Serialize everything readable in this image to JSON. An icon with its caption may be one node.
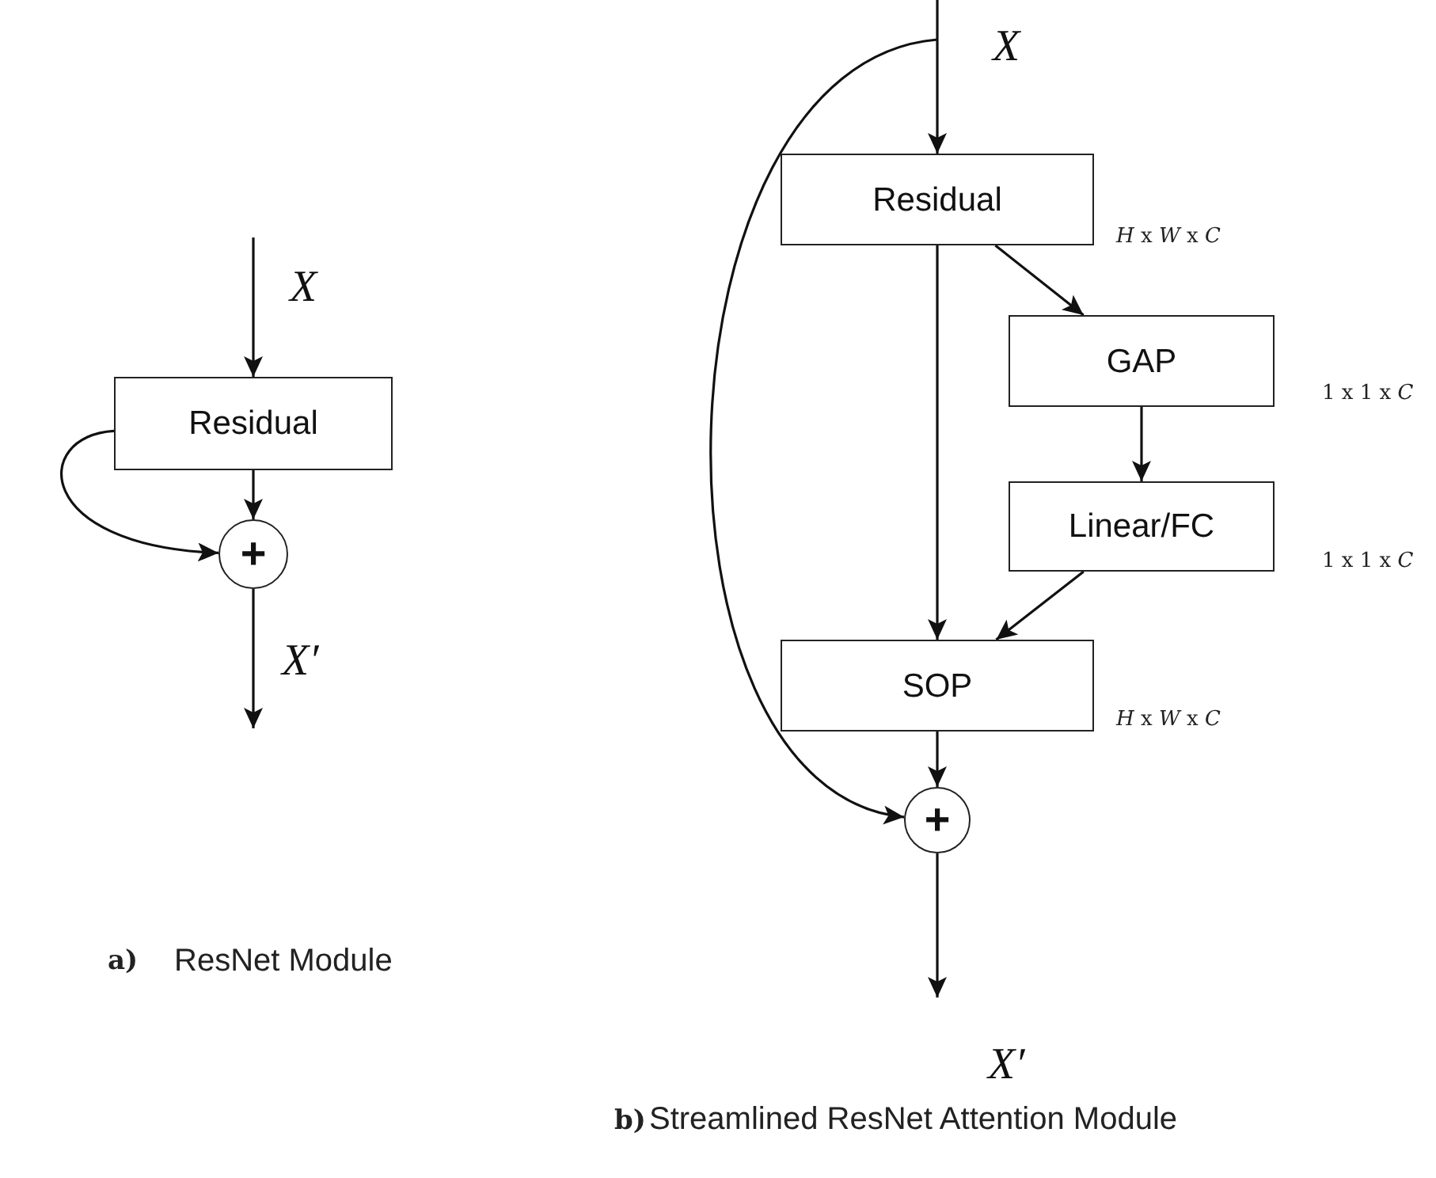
{
  "diagram": {
    "nodes": [
      {
        "text": [
          "Residual"
        ]
      },
      {
        "text": [
          "+"
        ]
      },
      {
        "text": [
          "Residual"
        ],
        "beside": [
          "*H* x *W* x *C*"
        ]
      },
      {
        "text": [
          "GAP"
        ],
        "beside": [
          "1 x 1 x *C*"
        ]
      },
      {
        "text": [
          "Linear/FC"
        ],
        "beside": [
          "1 x 1 x *C*"
        ]
      },
      {
        "text": [
          "SOP"
        ],
        "beside": [
          "*H* x *W* x *C*"
        ]
      },
      {
        "text": [
          "+"
        ]
      }
    ],
    "edges": [
      {
        "from": null,
        "to": 0,
        "arrow": "to",
        "label": "X"
      },
      {
        "from": 0,
        "to": 1,
        "arrow": "to"
      },
      {
        "from": 0,
        "to": 1,
        "arrow": "to"
      },
      {
        "from": 1,
        "to": null,
        "arrow": "to",
        "label": "X′"
      },
      {
        "from": null,
        "to": 2,
        "arrow": "to",
        "label": "X"
      },
      {
        "from": null,
        "to": 6,
        "arrow": "to"
      },
      {
        "from": 2,
        "to": 3,
        "arrow": "to"
      },
      {
        "from": 3,
        "to": 4,
        "arrow": "to"
      },
      {
        "from": 4,
        "to": 5,
        "arrow": "to"
      },
      {
        "from": 2,
        "to": 5,
        "arrow": "to"
      },
      {
        "from": 5,
        "to": 6,
        "arrow": "to"
      },
      {
        "from": 6,
        "to": null,
        "arrow": "to",
        "label": "X′"
      }
    ],
    "labels": [
      "a)",
      "ResNet Module",
      "b)",
      "Streamlined ResNet Attention Module"
    ]
  }
}
